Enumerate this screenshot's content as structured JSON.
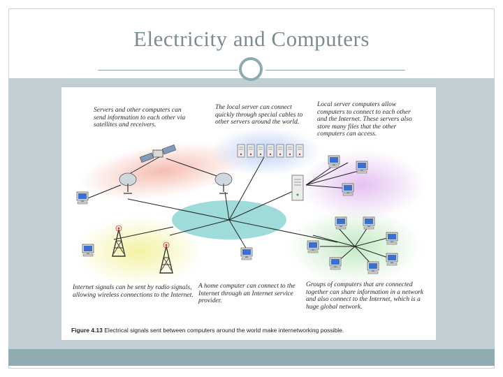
{
  "slide": {
    "title": "Electricity and Computers"
  },
  "figure": {
    "captions": {
      "servers": "Servers and other computers can send information to each other via satellites and receivers.",
      "local_server": "The local server can connect quickly through special cables to other servers around the world.",
      "local_server_computers": "Local server computers allow computers to connect to each other and the Internet. These servers also store many files that the other computers can access.",
      "radio": "Internet signals can be sent by radio signals, allowing wireless connections to the Internet.",
      "home": "A home computer can connect to the Internet through an Internet service provider.",
      "groups": "Groups of computers that are connected together can share information in a network and also connect to the Internet, which is a huge global network."
    },
    "figure_label": "Figure 4.13",
    "figure_caption": "Electrical signals sent between computers around the world make internetworking possible."
  },
  "colors": {
    "title": "#7a8d90",
    "band": "#c1ced3",
    "bottom_bar": "#8eabb1",
    "hub": "#9fdbd9"
  }
}
